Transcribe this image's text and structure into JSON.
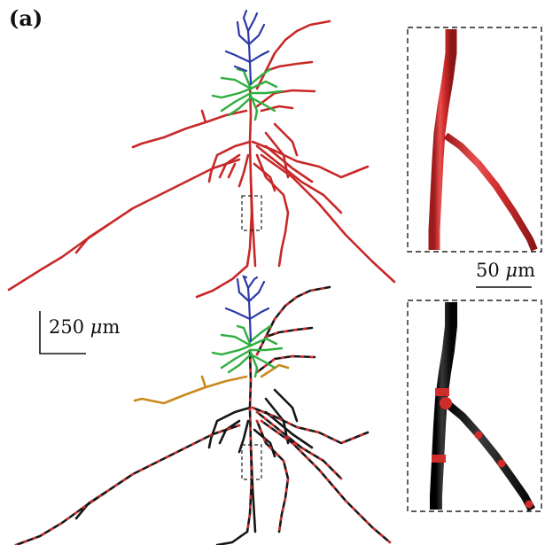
{
  "figure": {
    "panel_label": "(a)",
    "scale_bar_main": {
      "value": "250",
      "unit_symbol": "μ",
      "unit_suffix": "m"
    },
    "scale_bar_inset": {
      "value": "50",
      "unit_symbol": "μ",
      "unit_suffix": "m"
    }
  },
  "colors": {
    "axon": "#d12c2c",
    "basal_dendrite": "#2fae3f",
    "apical_dendrite": "#2b3aa8",
    "segmented_axon": "#141414",
    "segment_marker": "#d12c2c",
    "highlighted_branch": "#c98a1d",
    "inset_border": "#222222"
  },
  "neurons": [
    {
      "variant": "continuous",
      "description_key": "top-neuron"
    },
    {
      "variant": "segmented",
      "description_key": "bottom-neuron"
    }
  ]
}
